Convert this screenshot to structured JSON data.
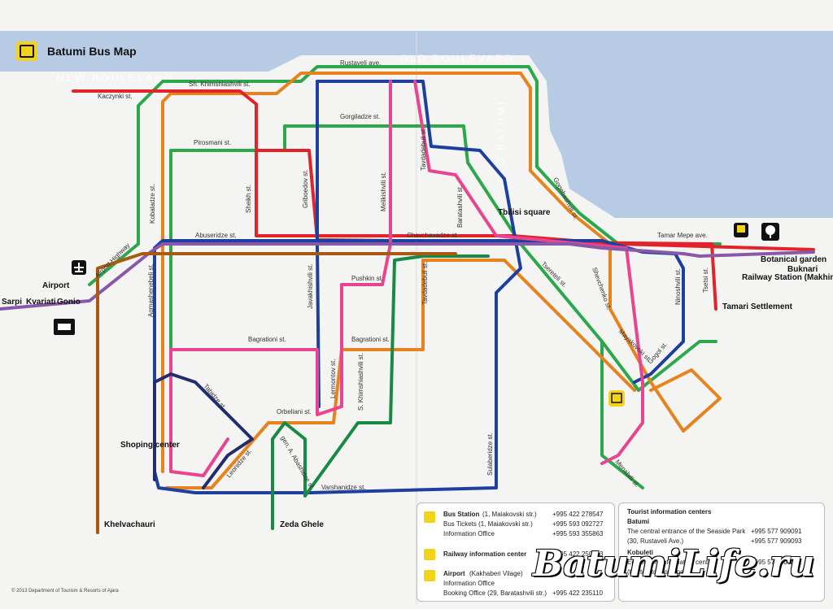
{
  "header": {
    "title": "Batumi Bus Map"
  },
  "colors": {
    "sea": "#b7cbe4",
    "green": "#2ba84a",
    "orange": "#e8821c",
    "red": "#e2232a",
    "blue": "#1d3f9d",
    "pink": "#e8448f",
    "purple": "#8a58a8",
    "darkgreen": "#188a45",
    "brown": "#a85a12",
    "navy": "#232d6b"
  },
  "sea_labels": {
    "new_boulevard": "NEW BOULEVARD",
    "old_boulevard": "OLD BOULEVARD",
    "old_batumi": "OLD BATUMI"
  },
  "streets": [
    "Rustaveli ave.",
    "Sh. Khimshiashvili st.",
    "Kaczynki st.",
    "Gorgiladze st.",
    "Pirosmani st.",
    "Gogebashvili st.",
    "Abuseridze st.",
    "Chavchavadze st.",
    "Tamar Mepe ave.",
    "Airport Highway",
    "Agmashenebeli st.",
    "Kobaladze st.",
    "Javakhishvili st.",
    "Pushkin st.",
    "Tavdadebuli st.",
    "Bagrationi st.",
    "Bagrationi st.",
    "Tsereteli st.",
    "Shevchenko st.",
    "Ninoshvili st.",
    "Mayakovski st.",
    "Gogol st.",
    "Tabidze st.",
    "Leonidze st.",
    "Lermontov st.",
    "S. Khimshiashvili st.",
    "Orbeliani st.",
    "gen. A. Abashidze st.",
    "Varshanidze st.",
    "Sulaberidze st.",
    "Melikishvili st.",
    "Sheikh st.",
    "Griboedov st.",
    "Tavdadebuli st.",
    "Baratashvili st.",
    "Tsetsi st.",
    "Menabdi st."
  ],
  "places": {
    "tbilisi_square": "Tbilisi square",
    "airport": "Airport",
    "sarpi": "Sarpi",
    "kvariati": "Kvariati",
    "gonio": "Gonio",
    "shopping_center": "Shoping center",
    "khelvachauri": "Khelvachauri",
    "zeda_ghele": "Zeda Ghele",
    "tamari_settlement": "Tamari Settlement",
    "botanical_garden": "Botanical garden",
    "buknari": "Buknari",
    "railway_station": "Railway Station (Makhinjauri)"
  },
  "legend": {
    "bus_station_title": "Bus Station",
    "bus_station_addr": "(1, Maiakovski str.)",
    "bus_station_phone": "+995 422 278547",
    "bus_tickets": "Bus Tickets (1, Maiakovski str.)",
    "bus_tickets_phone": "+995 593 092727",
    "info_office": "Information Office",
    "info_office_phone": "+995 593 355863",
    "railway": "Railway information center",
    "railway_phone": "+995 422 250303",
    "airport_title": "Airport",
    "airport_addr": "(Kakhaberi Vilage)",
    "airport_info": "Information Office",
    "booking": "Booking Office (29, Baratashvili str.)",
    "booking_phone": "+995 422 235110"
  },
  "tourist": {
    "title": "Tourist information centers",
    "batumi": "Batumi",
    "batumi_desc": "The central entrance of the Seaside Park",
    "batumi_addr": "(30, Rustaveli Ave.)",
    "batumi_phone1": "+995 577 909091",
    "batumi_phone2": "+995 577 909093",
    "kobuleti": "Kobuleti",
    "kobuleti_desc": "Ecotourism information center",
    "kobuleti_addr": "(the territory of Ispani)",
    "kobuleti_phone": "+995 577 909131"
  },
  "watermark": "BatumiLife.ru",
  "copyright": "© 2013 Department of Tourism & Resorts of Ajara"
}
